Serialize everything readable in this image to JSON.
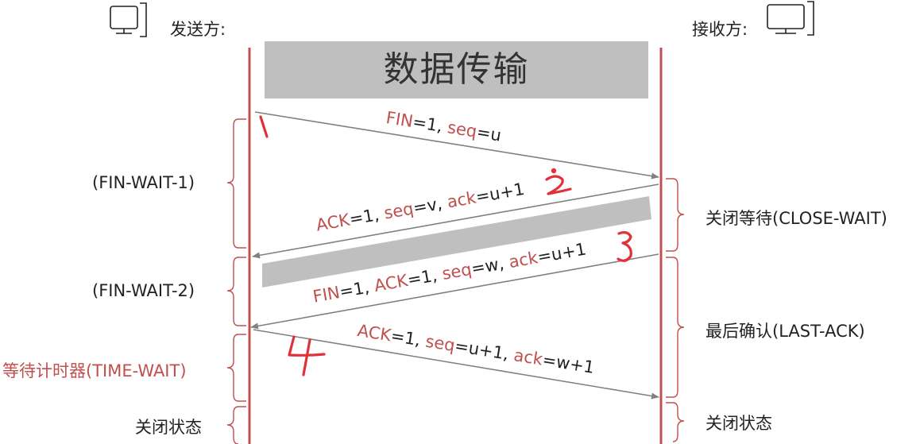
{
  "sender": {
    "label": "发送方:",
    "icon": "computer-icon"
  },
  "receiver": {
    "label": "接收方:",
    "icon": "computer-icon"
  },
  "banner": "数据传输",
  "messages": [
    {
      "step": "1",
      "parts": [
        {
          "t": "FIN",
          "red": true
        },
        {
          "t": "=1, ",
          "red": false
        },
        {
          "t": "seq",
          "red": true
        },
        {
          "t": "=u",
          "red": false
        }
      ]
    },
    {
      "step": "2",
      "parts": [
        {
          "t": "ACK",
          "red": true
        },
        {
          "t": "=1, ",
          "red": false
        },
        {
          "t": "seq",
          "red": true
        },
        {
          "t": "=v, ",
          "red": false
        },
        {
          "t": "ack",
          "red": true
        },
        {
          "t": "=u+1",
          "red": false
        }
      ]
    },
    {
      "step": "3",
      "parts": [
        {
          "t": "FIN",
          "red": true
        },
        {
          "t": "=1, ",
          "red": false
        },
        {
          "t": "ACK",
          "red": true
        },
        {
          "t": "=1, ",
          "red": false
        },
        {
          "t": "seq",
          "red": true
        },
        {
          "t": "=w, ",
          "red": false
        },
        {
          "t": "ack",
          "red": true
        },
        {
          "t": "=u+1",
          "red": false
        }
      ]
    },
    {
      "step": "4",
      "parts": [
        {
          "t": "ACK",
          "red": true
        },
        {
          "t": "=1, ",
          "red": false
        },
        {
          "t": "seq",
          "red": true
        },
        {
          "t": "=u+1, ",
          "red": false
        },
        {
          "t": "ack",
          "red": true
        },
        {
          "t": "=w+1",
          "red": false
        }
      ]
    }
  ],
  "sender_states": [
    "(FIN-WAIT-1)",
    "(FIN-WAIT-2)",
    "等待计时器(TIME-WAIT)",
    "关闭状态"
  ],
  "receiver_states": [
    "关闭等待(CLOSE-WAIT)",
    "最后确认(LAST-ACK)",
    "关闭状态"
  ],
  "colors": {
    "lifeline": "#c0504d",
    "accent_red": "#c0504d",
    "arrow": "#808080",
    "banner_bg": "#bfbfbf"
  }
}
